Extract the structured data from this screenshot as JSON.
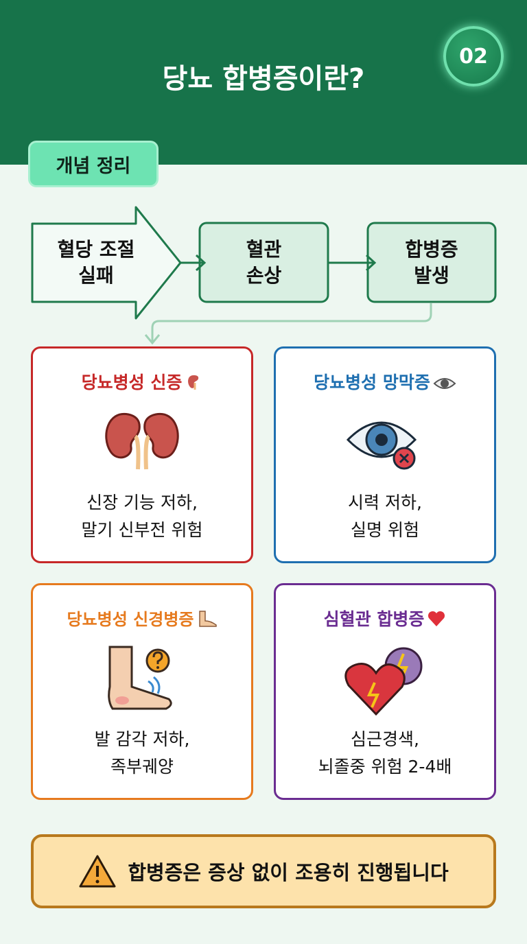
{
  "header": {
    "title": "당뇨 합병증이란?",
    "badge": "02"
  },
  "tag": "개념 정리",
  "flow": {
    "steps": [
      {
        "line1": "혈당 조절",
        "line2": "실패"
      },
      {
        "line1": "혈관",
        "line2": "손상"
      },
      {
        "line1": "합병증",
        "line2": "발생"
      }
    ]
  },
  "cards": [
    {
      "title": "당뇨병성 신증",
      "icon": "kidney-icon",
      "color": "#c62828",
      "line1": "신장 기능 저하,",
      "line2": "말기 신부전 위험"
    },
    {
      "title": "당뇨병성 망막증",
      "icon": "eye-icon",
      "color": "#1e6fb0",
      "line1": "시력 저하,",
      "line2": "실명 위험"
    },
    {
      "title": "당뇨병성 신경병증",
      "icon": "foot-icon",
      "color": "#e67a1e",
      "line1": "발 감각 저하,",
      "line2": "족부궤양"
    },
    {
      "title": "심혈관 합병증",
      "icon": "heart-icon",
      "color": "#6a2c91",
      "line1": "심근경색,",
      "line2": "뇌졸중 위험 2-4배"
    }
  ],
  "warning": {
    "text": "합병증은 증상 없이 조용히 진행됩니다",
    "icon": "warning-icon"
  }
}
